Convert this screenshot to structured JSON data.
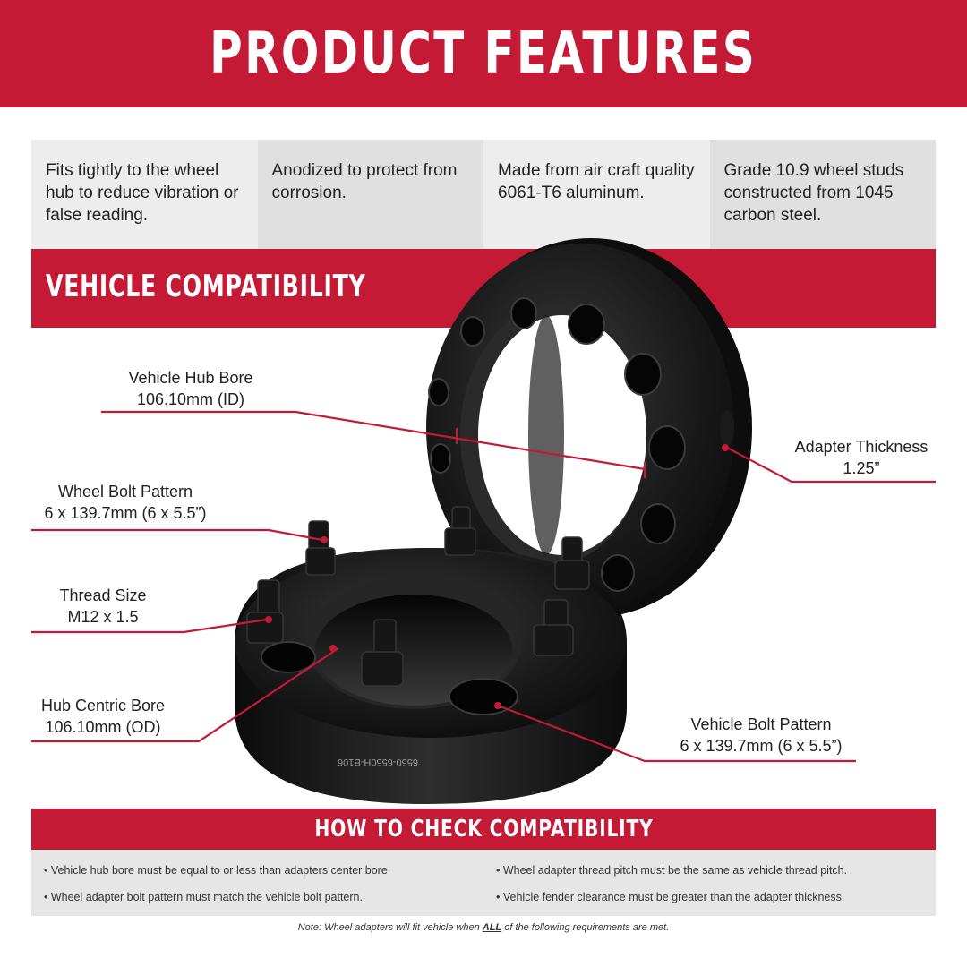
{
  "header": {
    "title": "PRODUCT FEATURES"
  },
  "features": [
    {
      "text": "Fits tightly to the wheel hub to reduce vibration or false reading."
    },
    {
      "text": "Anodized to protect from corrosion."
    },
    {
      "text": "Made from air craft quality 6061-T6 aluminum."
    },
    {
      "text": "Grade 10.9 wheel studs constructed from 1045 carbon steel."
    }
  ],
  "compatibility": {
    "title": "VEHICLE COMPATIBILITY",
    "callouts": {
      "hub_bore": {
        "name": "Vehicle Hub Bore",
        "value": "106.10mm (ID)"
      },
      "adapter_thickness": {
        "name": "Adapter Thickness",
        "value": "1.25”"
      },
      "wheel_bolt_pattern": {
        "name": "Wheel Bolt Pattern",
        "value": "6 x 139.7mm (6 x 5.5”)"
      },
      "thread_size": {
        "name": "Thread Size",
        "value": "M12 x 1.5"
      },
      "hub_centric_bore": {
        "name": "Hub Centric Bore",
        "value": "106.10mm (OD)"
      },
      "vehicle_bolt_pattern": {
        "name": "Vehicle Bolt Pattern",
        "value": "6 x 139.7mm (6 x 5.5”)"
      }
    },
    "part_number": "6550-6550H-B106"
  },
  "howto": {
    "title": "HOW TO CHECK COMPATIBILITY",
    "requirements": [
      "Vehicle hub bore must be equal to or less than adapters center bore.",
      "Wheel adapter thread pitch must be the same as vehicle thread pitch.",
      "Wheel adapter bolt pattern must match the vehicle bolt pattern.",
      "Vehicle fender clearance must be greater than the adapter thickness."
    ],
    "note_before": "Note: Wheel adapters will fit vehicle when",
    "note_strong": "ALL",
    "note_after": "of the following requirements are met."
  },
  "colors": {
    "brand_red": "#c41a36",
    "panel_light": "#ededed",
    "panel_dark": "#e0e0e0",
    "product_black": "#141414"
  }
}
